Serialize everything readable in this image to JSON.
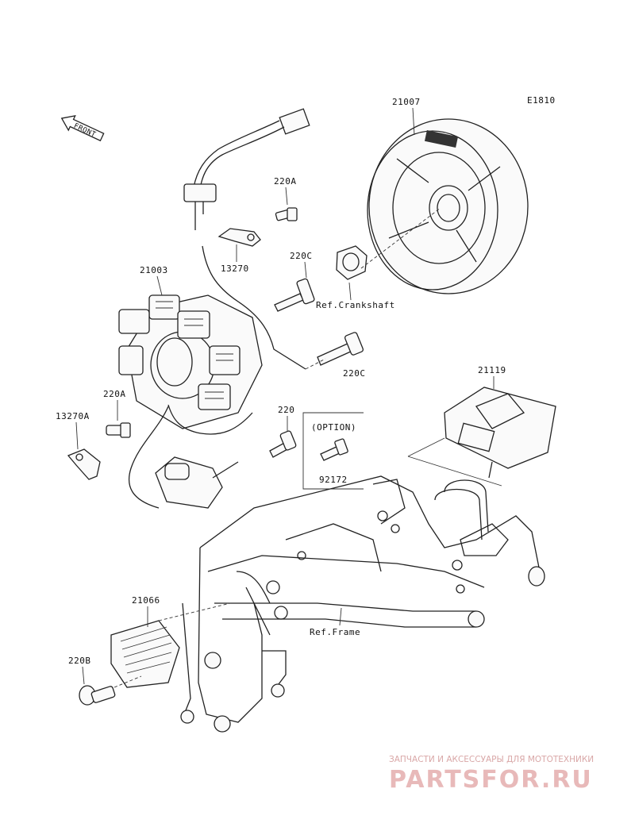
{
  "diagram_code": "E1810",
  "front_label": "FRONT",
  "parts": {
    "p21007": "21007",
    "p220A_top": "220A",
    "p13270_upper": "13270",
    "p220C_upper": "220C",
    "p21003": "21003",
    "ref_crankshaft": "Ref.Crankshaft",
    "p220C_lower": "220C",
    "p21119": "21119",
    "p220A_left": "220A",
    "p13270A": "13270A",
    "p220": "220",
    "option": "(OPTION)",
    "p92172": "92172",
    "p21066": "21066",
    "ref_frame": "Ref.Frame",
    "p220B": "220B"
  },
  "watermark": {
    "tagline": "ЗАПЧАСТИ И АКСЕССУАРЫ ДЛЯ МОТОТЕХНИКИ",
    "brand": "PARTSFOR.RU"
  }
}
